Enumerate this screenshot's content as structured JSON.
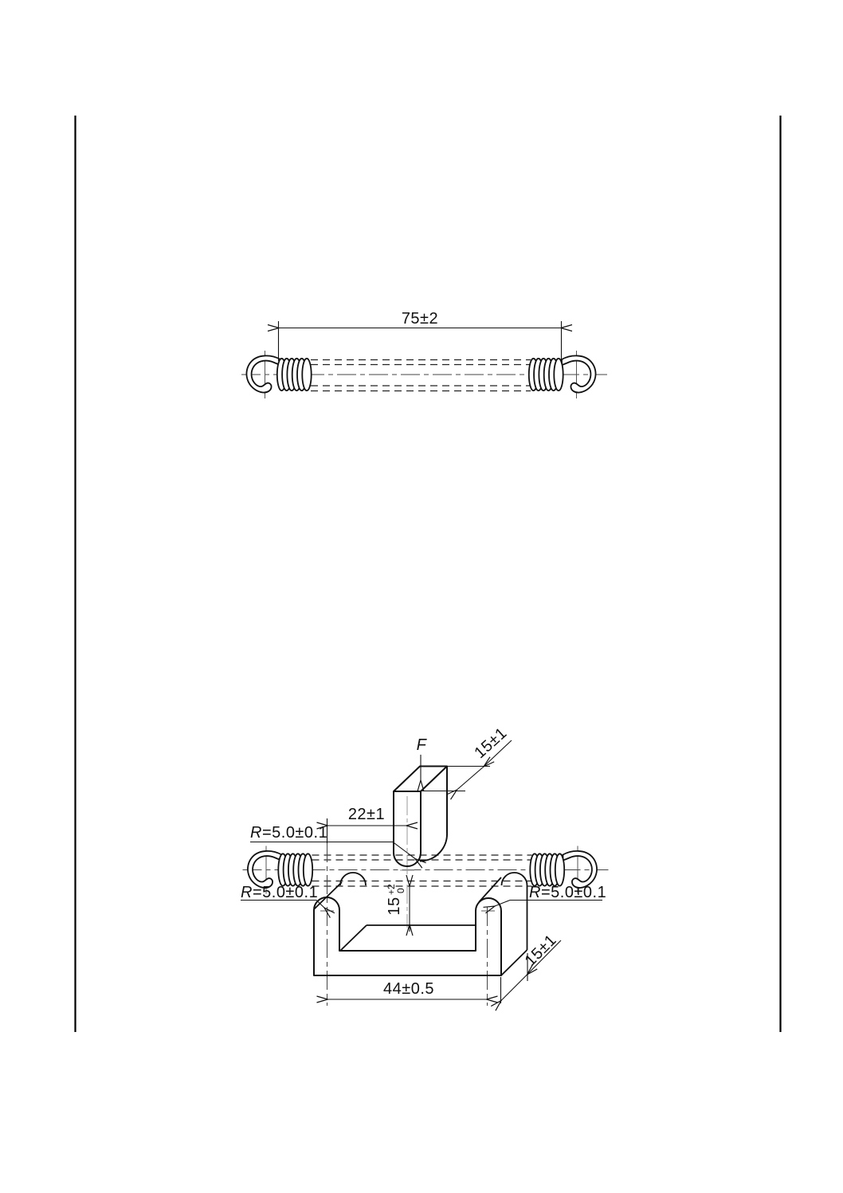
{
  "figure1": {
    "length_dim": "75±2"
  },
  "figure2": {
    "force": "F",
    "punch_depth_dim": "15±1",
    "offset_dim": "22±1",
    "punch_radius_prefix": "R",
    "punch_radius_value": "=5.0±0.1",
    "left_support_radius_prefix": "R",
    "left_support_radius_value": "=5.0±0.1",
    "right_support_radius_prefix": "R",
    "right_support_radius_value": "=5.0±0.1",
    "gap_dim_base": "15",
    "gap_dim_tol_upper": "+2",
    "gap_dim_tol_lower": "0",
    "span_dim": "44±0.5",
    "support_depth_dim": "15±1"
  }
}
